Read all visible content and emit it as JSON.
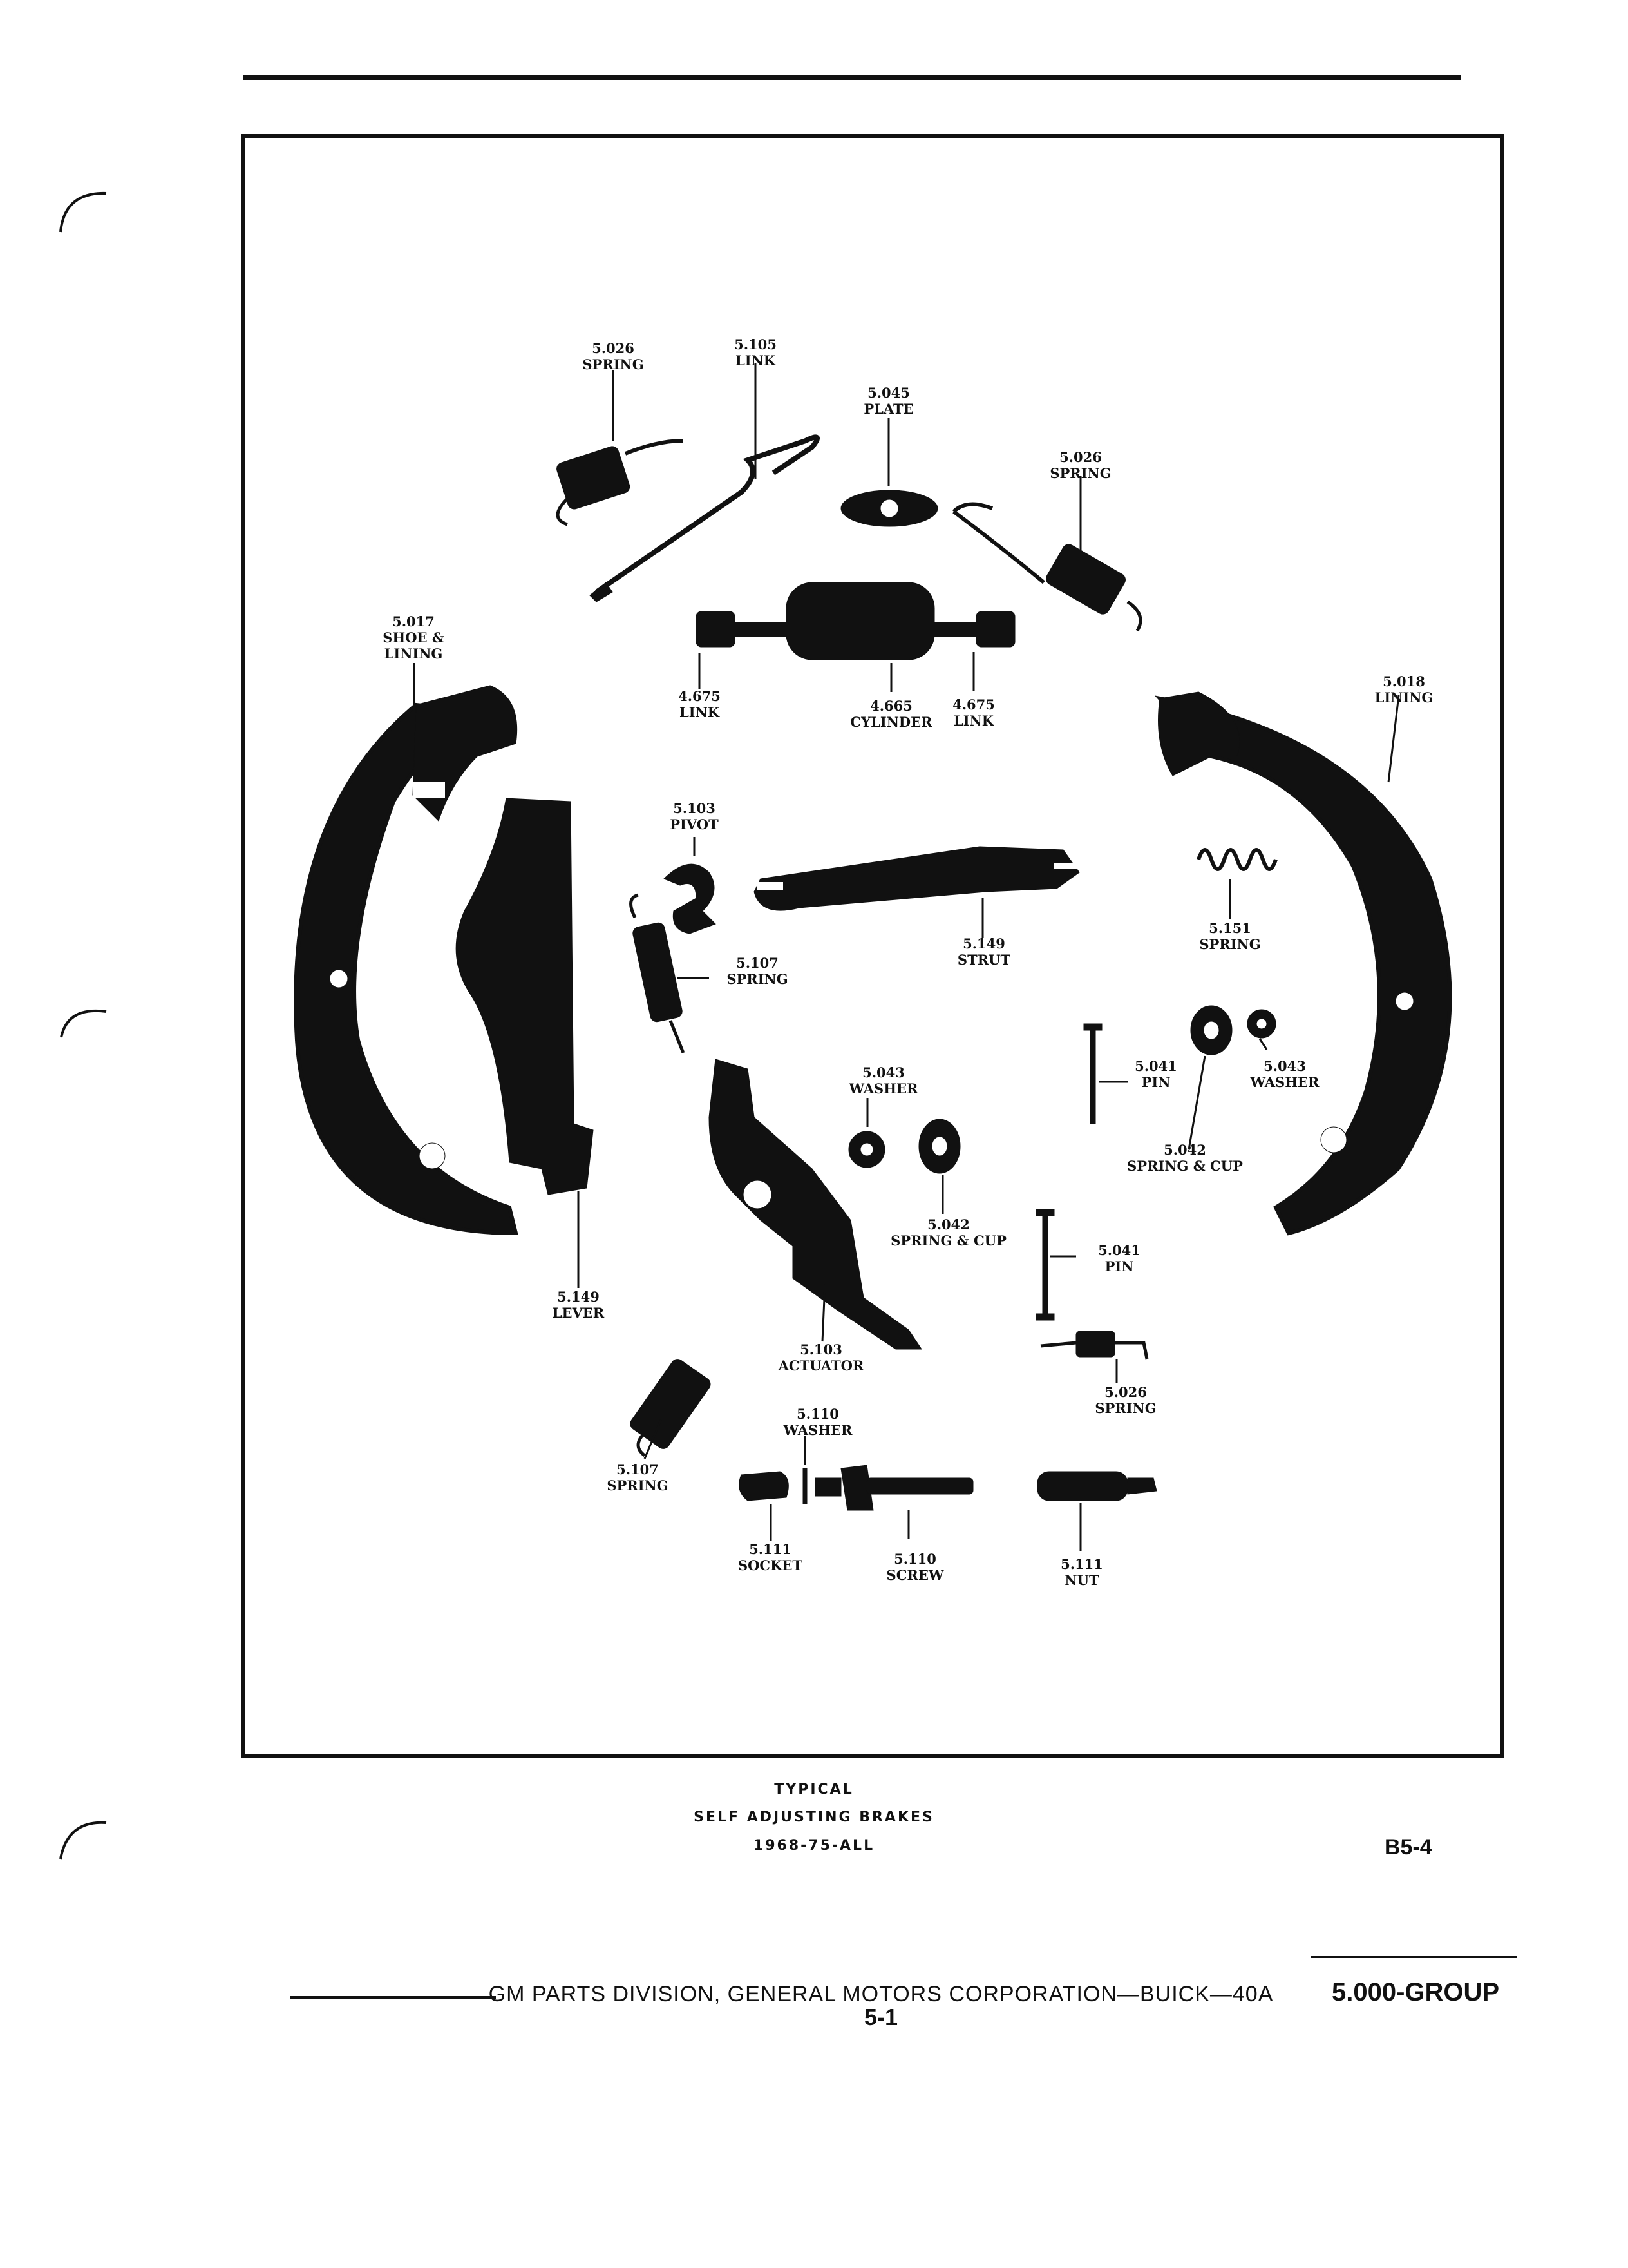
{
  "labels": {
    "spring_upper_left": {
      "number": "5.026",
      "name": "SPRING"
    },
    "link_upper": {
      "number": "5.105",
      "name": "LINK"
    },
    "plate": {
      "number": "5.045",
      "name": "PLATE"
    },
    "spring_upper_right": {
      "number": "5.026",
      "name": "SPRING"
    },
    "shoe_lining": {
      "number": "5.017",
      "name_line1": "SHOE &",
      "name_line2": "LINING"
    },
    "link_left": {
      "number": "4.675",
      "name": "LINK"
    },
    "cylinder": {
      "number": "4.665",
      "name": "CYLINDER"
    },
    "link_right": {
      "number": "4.675",
      "name": "LINK"
    },
    "lining": {
      "number": "5.018",
      "name": "LINING"
    },
    "pivot": {
      "number": "5.103",
      "name": "PIVOT"
    },
    "strut": {
      "number": "5.149",
      "name": "STRUT"
    },
    "spring_strut": {
      "number": "5.151",
      "name": "SPRING"
    },
    "spring_pivot": {
      "number": "5.107",
      "name": "SPRING"
    },
    "pin_upper": {
      "number": "5.041",
      "name": "PIN"
    },
    "washer_right": {
      "number": "5.043",
      "name": "WASHER"
    },
    "washer_center": {
      "number": "5.043",
      "name": "WASHER"
    },
    "spring_cup_right": {
      "number": "5.042",
      "name": "SPRING & CUP"
    },
    "spring_cup_center": {
      "number": "5.042",
      "name": "SPRING & CUP"
    },
    "pin_lower": {
      "number": "5.041",
      "name": "PIN"
    },
    "lever": {
      "number": "5.149",
      "name": "LEVER"
    },
    "actuator": {
      "number": "5.103",
      "name": "ACTUATOR"
    },
    "spring_lower_right": {
      "number": "5.026",
      "name": "SPRING"
    },
    "washer_screw": {
      "number": "5.110",
      "name": "WASHER"
    },
    "spring_lower_left": {
      "number": "5.107",
      "name": "SPRING"
    },
    "socket": {
      "number": "5.111",
      "name": "SOCKET"
    },
    "screw": {
      "number": "5.110",
      "name": "SCREW"
    },
    "nut": {
      "number": "5.111",
      "name": "NUT"
    }
  },
  "caption": {
    "line1": "TYPICAL",
    "line2": "SELF ADJUSTING BRAKES",
    "line3": "1968-75-ALL"
  },
  "figure_code": "B5-4",
  "footer": {
    "text": "GM PARTS DIVISION, GENERAL MOTORS CORPORATION—BUICK—40A",
    "page_number": "5-1",
    "group": "5.000-GROUP"
  }
}
